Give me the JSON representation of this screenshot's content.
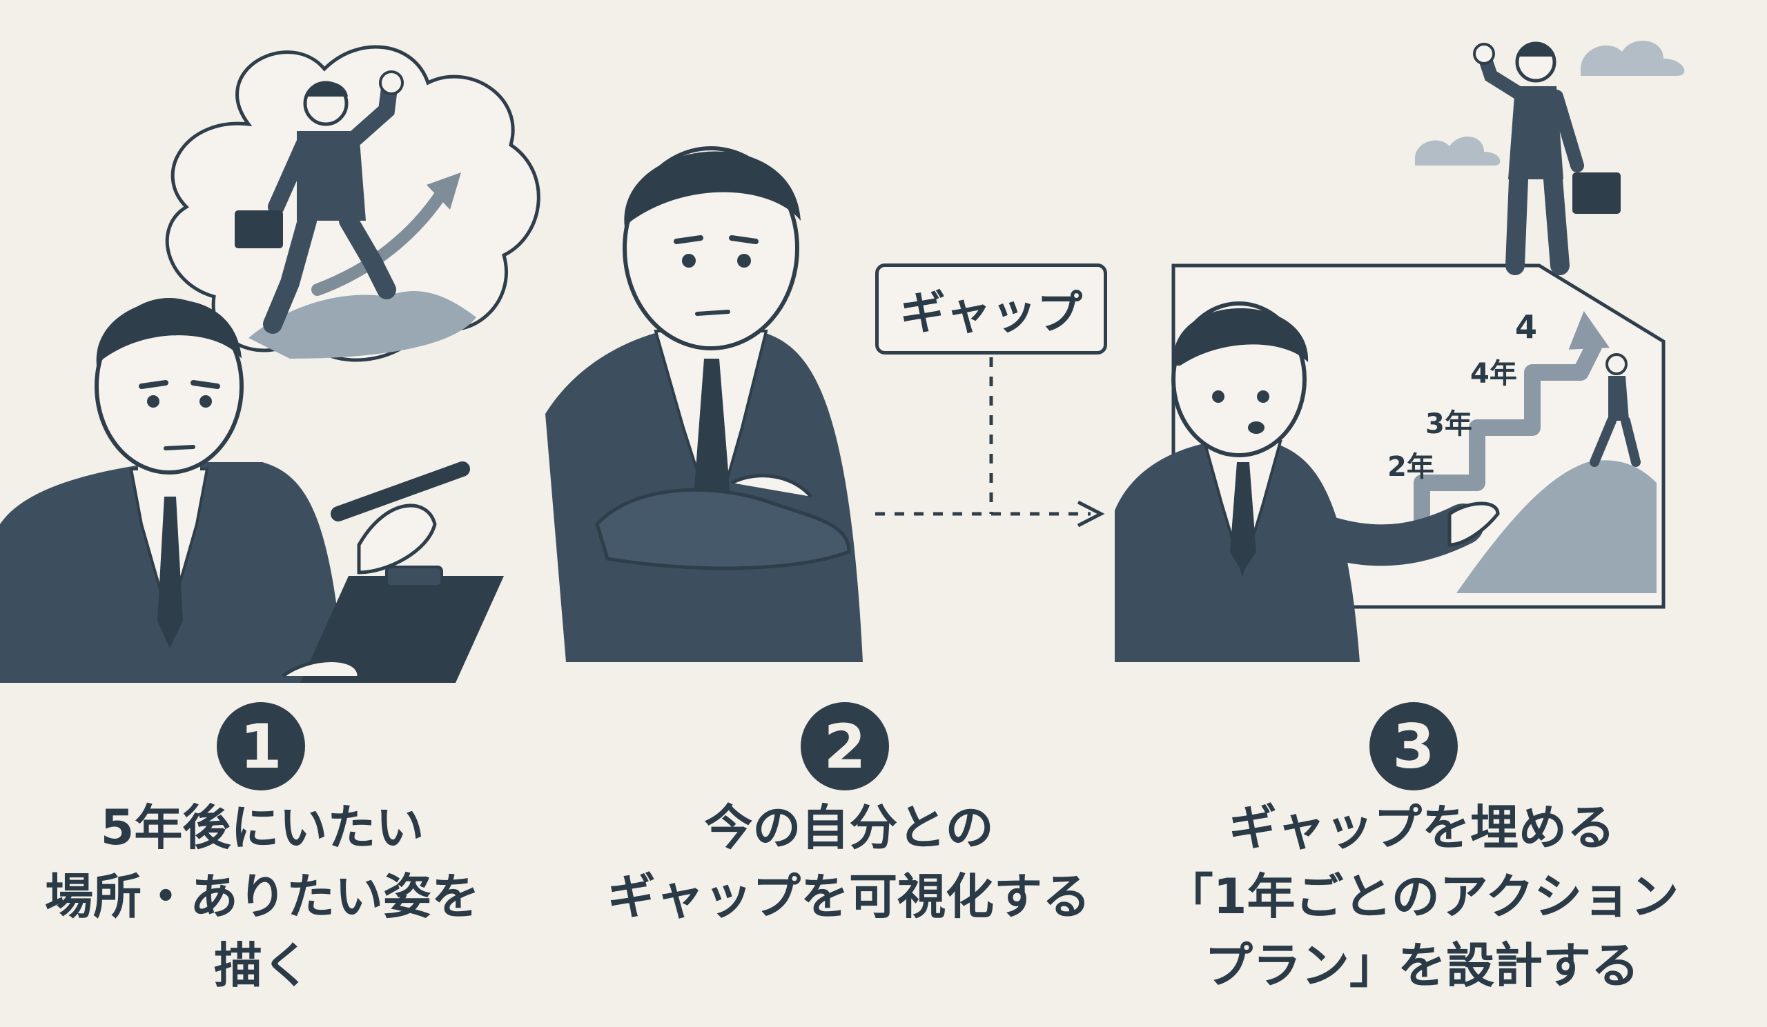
{
  "steps": [
    {
      "number": "1",
      "caption_lines": [
        "5年後にいたい",
        "場所・ありたい姿を",
        "描く"
      ]
    },
    {
      "number": "2",
      "caption_lines": [
        "今の自分との",
        "ギャップを可視化する"
      ]
    },
    {
      "number": "3",
      "caption_lines": [
        "ギャップを埋める",
        "「1年ごとのアクション",
        "プラン」を設計する"
      ]
    }
  ],
  "gap_label": "ギャップ",
  "stair_labels": [
    "2年",
    "3年",
    "4年",
    "4"
  ],
  "colors": {
    "background": "#f3f0ea",
    "navy": "#2f3e4b",
    "suit": "#3d4f5e",
    "gray_blue": "#9aa8b4",
    "skin": "#f6f3ee"
  }
}
